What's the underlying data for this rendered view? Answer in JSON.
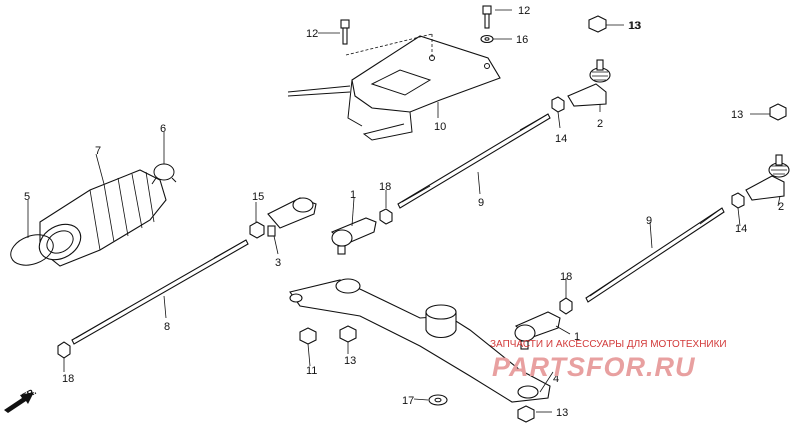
{
  "callouts": [
    "1",
    "1",
    "2",
    "2",
    "3",
    "4",
    "5",
    "6",
    "7",
    "8",
    "9",
    "9",
    "10",
    "11",
    "12",
    "12",
    "13",
    "13",
    "13",
    "13",
    "13",
    "14",
    "14",
    "15",
    "16",
    "17",
    "18",
    "18",
    "18"
  ],
  "watermark": {
    "line1": "ЗАПЧАСТИ И АКСЕССУАРЫ ДЛЯ МОТОТЕХНИКИ",
    "line2": "PARTSFOR.RU"
  },
  "direction": "FR."
}
